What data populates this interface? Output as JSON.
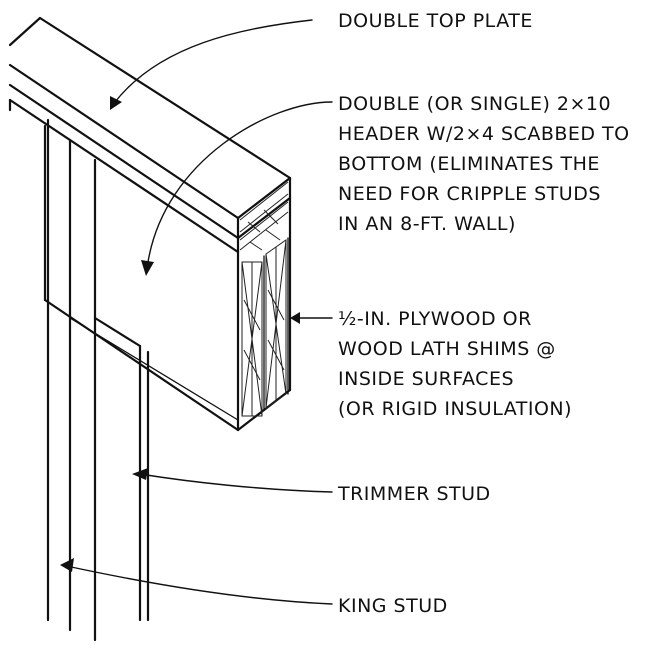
{
  "labels": {
    "top_plate": "DOUBLE TOP PLATE",
    "header": [
      "DOUBLE (OR SINGLE) 2×10",
      "HEADER W/2×4 SCABBED TO",
      "BOTTOM (ELIMINATES THE",
      "NEED FOR CRIPPLE STUDS",
      "IN AN 8-FT. WALL)"
    ],
    "shims": [
      "½-IN. PLYWOOD OR",
      "WOOD LATH SHIMS @",
      "INSIDE SURFACES",
      "(OR RIGID INSULATION)"
    ],
    "trimmer": "TRIMMER STUD",
    "king": "KING STUD"
  }
}
